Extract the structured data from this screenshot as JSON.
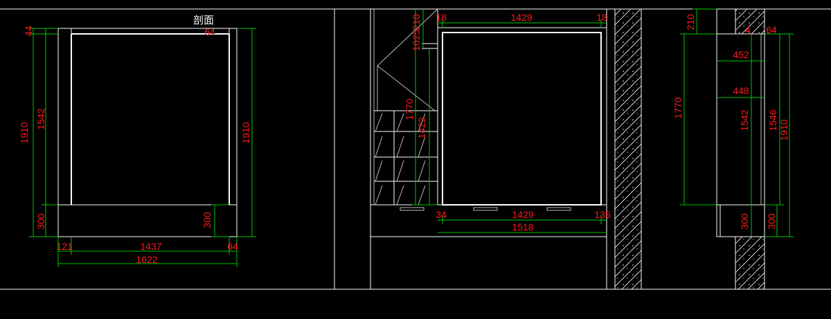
{
  "title": "剖面",
  "colors": {
    "background": "#000000",
    "line": "#ffffff",
    "dimension_line": "#00c800",
    "dimension_text": "#ff1a1a"
  },
  "section": {
    "dims": {
      "left_total": "1910",
      "left_upper": "1542",
      "left_top": "44",
      "left_base": "300",
      "right_total": "1910",
      "top_right": "64",
      "inner_base": "300",
      "bottom_left": "121",
      "bottom_mid": "1437",
      "bottom_right": "64",
      "bottom_total": "1622"
    }
  },
  "elevation": {
    "dims": {
      "top_left": "18",
      "top_mid": "1429",
      "top_right": "18",
      "v_210": "210",
      "v_25": "25",
      "v_10": "10",
      "v_1770": "1770",
      "v_1422": "1422",
      "bottom_left": "34",
      "bottom_mid": "1429",
      "bottom_right": "135",
      "bottom_total": "1518"
    }
  },
  "side": {
    "dims": {
      "top": "210",
      "top_small": "4",
      "top_right": "64",
      "left_1770": "1770",
      "w_452": "452",
      "w_448": "448",
      "inner_1542": "1542",
      "inner_1546": "1546",
      "total_1910": "1910",
      "base_inner": "300",
      "base_outer": "300"
    }
  }
}
